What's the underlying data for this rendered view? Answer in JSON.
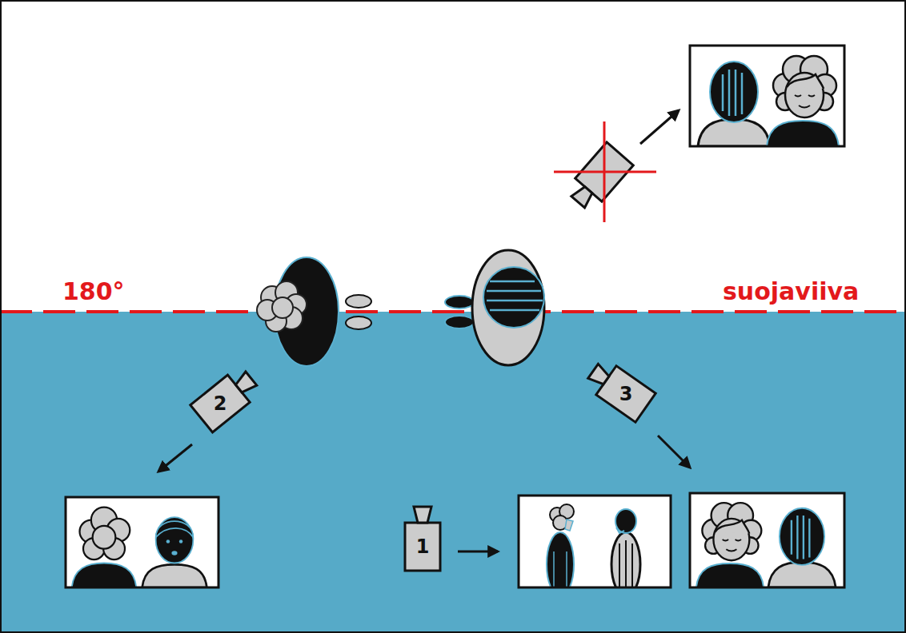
{
  "diagram": {
    "nodes": [
      {
        "text": [
          "2"
        ]
      },
      {
        "text": [
          "3"
        ]
      },
      {
        "text": [
          "1"
        ]
      }
    ],
    "labels": [
      "180°",
      "suojaviiva"
    ]
  }
}
